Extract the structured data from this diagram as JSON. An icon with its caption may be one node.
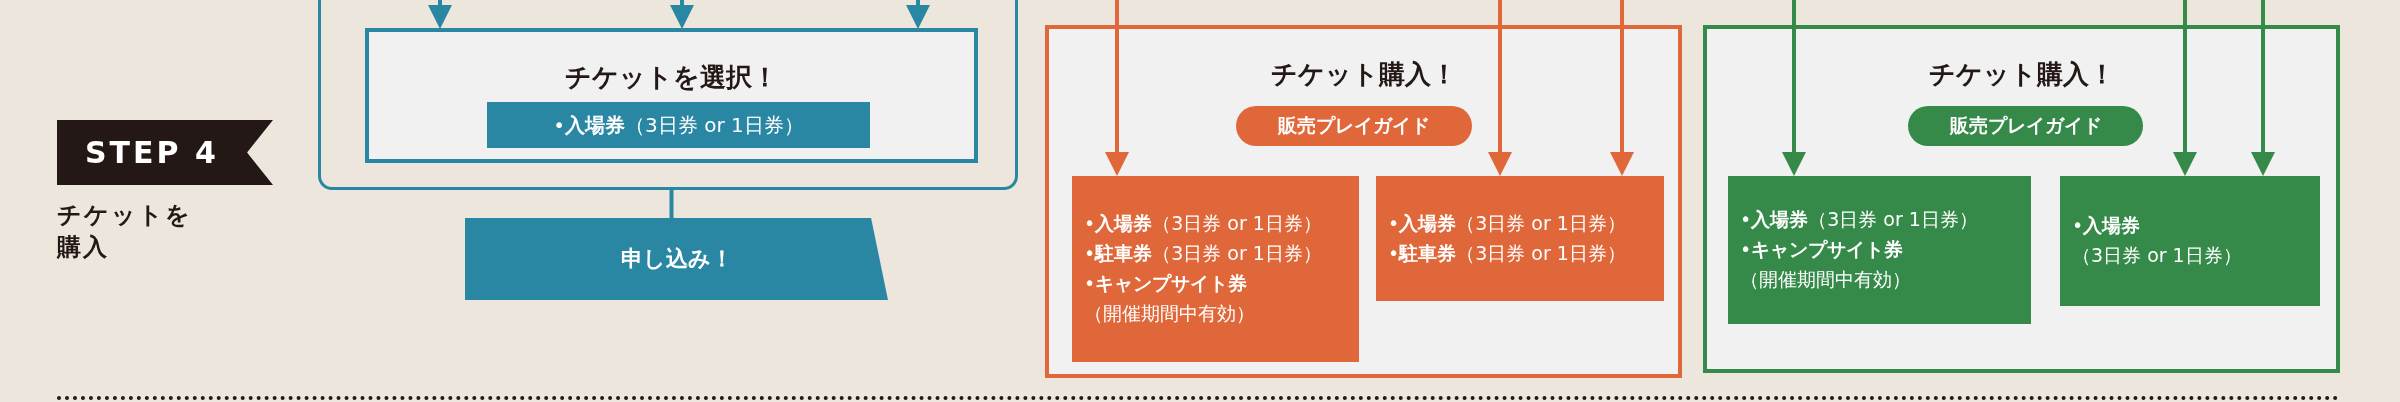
{
  "diagram": {
    "nodes": [
      {
        "text": [
          "STEP 4"
        ],
        "beside": [
          "チケットを購入"
        ]
      },
      {
        "text": [],
        "shape": "box"
      },
      {
        "text": [
          "チケットを選択！"
        ],
        "in": 1
      },
      {
        "text": [
          "•**入場券**（3日券 or 1日券）"
        ],
        "in": 2
      },
      {
        "text": [
          "申し込み！"
        ]
      },
      {
        "text": [
          "チケット購入！"
        ]
      },
      {
        "text": [
          "販売プレイガイド"
        ],
        "in": 5
      },
      {
        "text": [
          "•**入場券**（3日券 or 1日券）",
          "•**駐車券**（3日券 or 1日券）",
          "•**キャンプサイト券**",
          "（開催期間中有効）"
        ],
        "in": 5
      },
      {
        "text": [
          "•**入場券**（3日券 or 1日券）",
          "•**駐車券**（3日券 or 1日券）"
        ],
        "in": 5
      },
      {
        "text": [
          "チケット購入！"
        ]
      },
      {
        "text": [
          "販売プレイガイド"
        ],
        "in": 9
      },
      {
        "text": [
          "•**入場券**（3日券 or 1日券）",
          "•**キャンプサイト券**",
          "（開催期間中有効）"
        ],
        "in": 9
      },
      {
        "text": [
          "•**入場券**",
          "（3日券 or 1日券）"
        ],
        "in": 9
      }
    ],
    "edges": [
      {
        "from": null,
        "to": 2,
        "arrow": "to",
        "color": "#2a87a3"
      },
      {
        "from": null,
        "to": 2,
        "arrow": "to",
        "color": "#2a87a3"
      },
      {
        "from": null,
        "to": 2,
        "arrow": "to",
        "color": "#2a87a3"
      },
      {
        "from": 1,
        "to": 4,
        "arrow": "none",
        "color": "#2a87a3"
      },
      {
        "from": null,
        "to": 7,
        "arrow": "to",
        "color": "#e0673a"
      },
      {
        "from": null,
        "to": 8,
        "arrow": "to",
        "color": "#e0673a"
      },
      {
        "from": null,
        "to": 8,
        "arrow": "to",
        "color": "#e0673a"
      },
      {
        "from": null,
        "to": 11,
        "arrow": "to",
        "color": "#358a4a"
      },
      {
        "from": null,
        "to": 12,
        "arrow": "to",
        "color": "#358a4a"
      },
      {
        "from": null,
        "to": 12,
        "arrow": "to",
        "color": "#358a4a"
      }
    ]
  }
}
